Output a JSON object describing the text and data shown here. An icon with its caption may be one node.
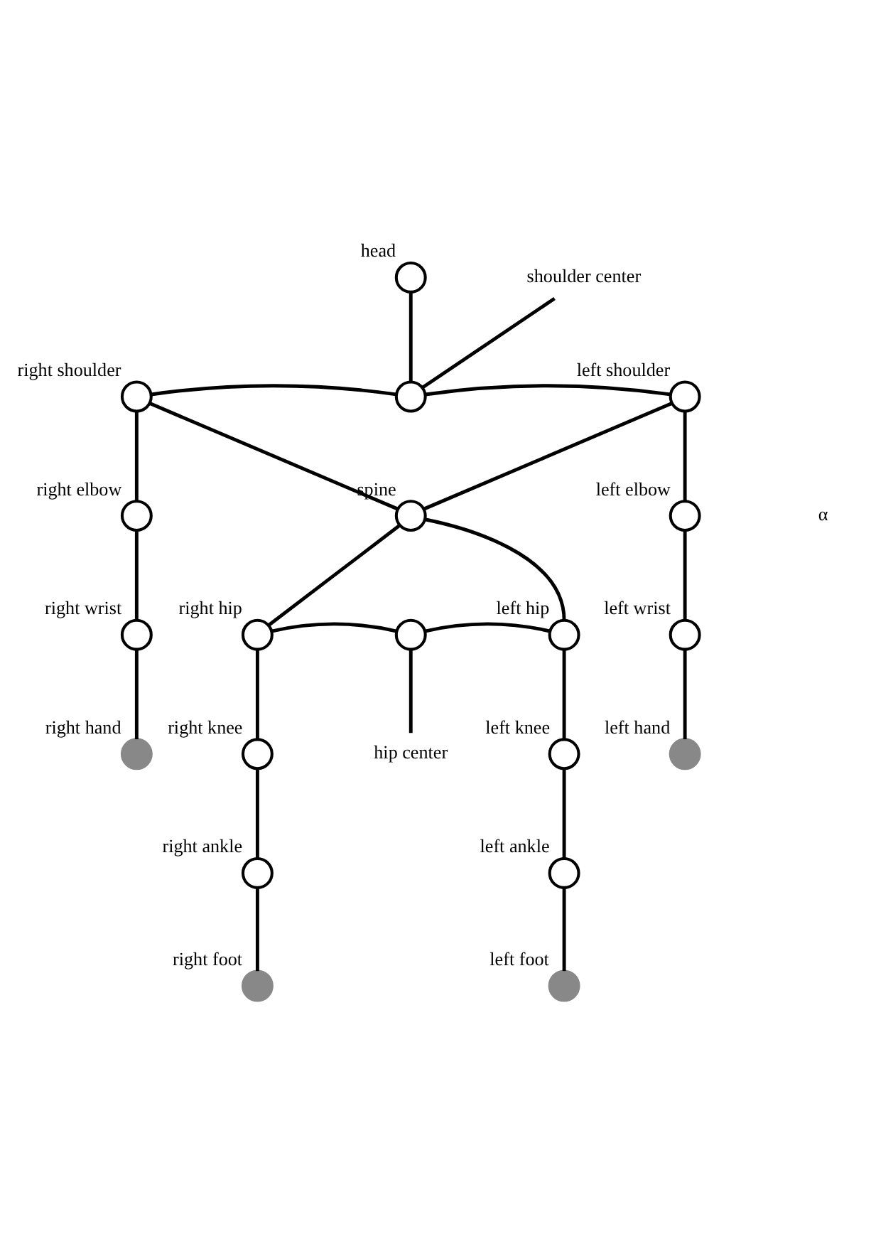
{
  "diagram": {
    "nodes": [
      {
        "text": [],
        "shape": "circle",
        "beside": [
          "head"
        ]
      },
      {
        "text": [],
        "shape": "circle"
      },
      {
        "text": [],
        "shape": "circle",
        "beside": [
          "right shoulder"
        ]
      },
      {
        "text": [],
        "shape": "circle",
        "beside": [
          "left shoulder"
        ]
      },
      {
        "text": [],
        "shape": "circle",
        "beside": [
          "right elbow"
        ]
      },
      {
        "text": [],
        "shape": "circle",
        "beside": [
          "spine"
        ]
      },
      {
        "text": [],
        "shape": "circle",
        "beside": [
          "left elbow"
        ]
      },
      {
        "text": [],
        "shape": "circle",
        "beside": [
          "right wrist"
        ]
      },
      {
        "text": [],
        "shape": "circle",
        "beside": [
          "right hip"
        ]
      },
      {
        "text": [],
        "shape": "circle"
      },
      {
        "text": [],
        "shape": "circle",
        "beside": [
          "left hip"
        ]
      },
      {
        "text": [],
        "shape": "circle",
        "beside": [
          "left wrist"
        ]
      },
      {
        "text": [],
        "shape": "circle",
        "beside": [
          "right hand"
        ]
      },
      {
        "text": [],
        "shape": "circle",
        "beside": [
          "left hand"
        ]
      },
      {
        "text": [],
        "shape": "circle",
        "beside": [
          "right knee"
        ]
      },
      {
        "text": [],
        "shape": "circle",
        "beside": [
          "left knee"
        ]
      },
      {
        "text": [],
        "shape": "circle",
        "beside": [
          "right ankle"
        ]
      },
      {
        "text": [],
        "shape": "circle",
        "beside": [
          "left ankle"
        ]
      },
      {
        "text": [],
        "shape": "circle",
        "beside": [
          "right foot"
        ]
      },
      {
        "text": [],
        "shape": "circle",
        "beside": [
          "left foot"
        ]
      },
      {
        "text": [
          "shoulder center"
        ]
      },
      {
        "text": [
          "hip center"
        ]
      }
    ],
    "edges": [
      {
        "from": 0,
        "to": 1,
        "arrow": "none"
      },
      {
        "from": 2,
        "to": 1,
        "arrow": "none"
      },
      {
        "from": 1,
        "to": 3,
        "arrow": "none"
      },
      {
        "from": 2,
        "to": 4,
        "arrow": "none"
      },
      {
        "from": 2,
        "to": 5,
        "arrow": "none"
      },
      {
        "from": 3,
        "to": 5,
        "arrow": "none"
      },
      {
        "from": 3,
        "to": 6,
        "arrow": "none"
      },
      {
        "from": 4,
        "to": 7,
        "arrow": "none"
      },
      {
        "from": 7,
        "to": 12,
        "arrow": "none"
      },
      {
        "from": 6,
        "to": 11,
        "arrow": "none"
      },
      {
        "from": 11,
        "to": 13,
        "arrow": "none"
      },
      {
        "from": 5,
        "to": 8,
        "arrow": "none"
      },
      {
        "from": 5,
        "to": 10,
        "arrow": "none"
      },
      {
        "from": 8,
        "to": 9,
        "arrow": "none"
      },
      {
        "from": 9,
        "to": 10,
        "arrow": "none"
      },
      {
        "from": 8,
        "to": 14,
        "arrow": "none"
      },
      {
        "from": 14,
        "to": 16,
        "arrow": "none"
      },
      {
        "from": 16,
        "to": 18,
        "arrow": "none"
      },
      {
        "from": 10,
        "to": 15,
        "arrow": "none"
      },
      {
        "from": 15,
        "to": 17,
        "arrow": "none"
      },
      {
        "from": 17,
        "to": 19,
        "arrow": "none"
      },
      {
        "from": 20,
        "to": 1,
        "arrow": "none"
      },
      {
        "from": 21,
        "to": 9,
        "arrow": "none"
      }
    ],
    "labels": [
      "α"
    ]
  }
}
